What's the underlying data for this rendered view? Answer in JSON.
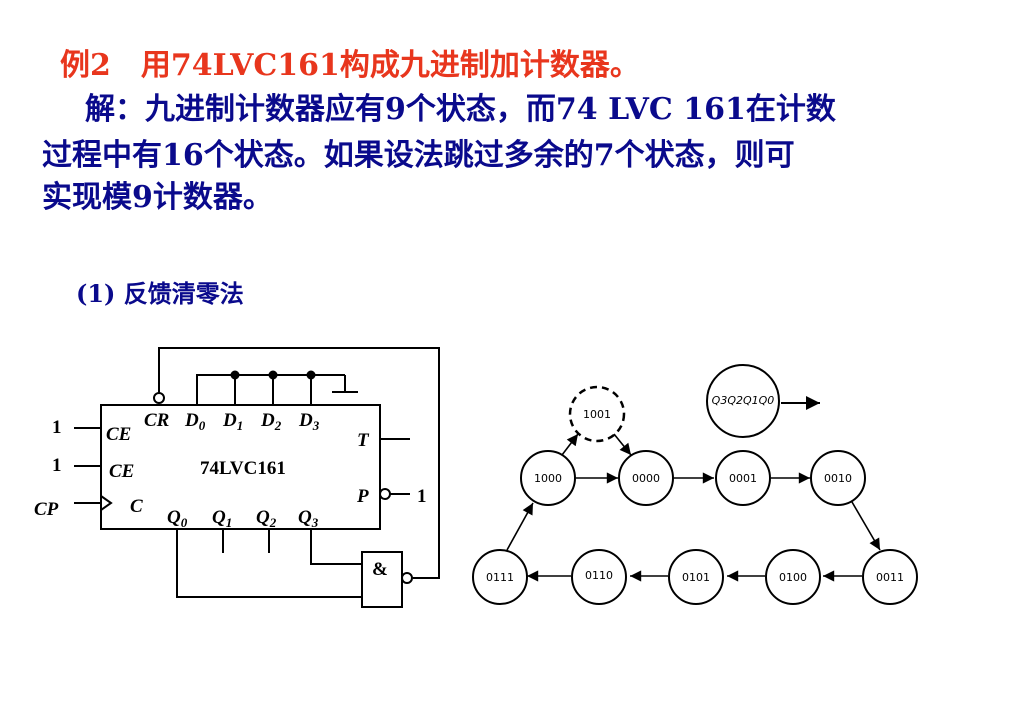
{
  "title": "例2　用74LVC161构成九进制加计数器。",
  "body": {
    "line1": "解：九进制计数器应有9个状态，而74 LVC 161在计数",
    "line2": "过程中有16个状态。如果设法跳过多余的7个状态，则可",
    "line3": "实现模9计数器。"
  },
  "subtitle": "(1) 反馈清零法",
  "circuit": {
    "chip_name": "74LVC161",
    "pins": {
      "cr": "CR",
      "d": "D",
      "t": "T",
      "p": "P",
      "ce": "CE",
      "c": "C",
      "cp": "CP",
      "q": "Q"
    },
    "subscripts": [
      "0",
      "1",
      "2",
      "3"
    ],
    "inputs": {
      "ce1": "1",
      "ce2": "1",
      "p": "1"
    },
    "gate_label": "&"
  },
  "state_diagram": {
    "legend": "Q3Q2Q1Q0",
    "states": [
      "0000",
      "0001",
      "0010",
      "0011",
      "0100",
      "0101",
      "0110",
      "0111",
      "1000"
    ],
    "skipped_state": "1001",
    "colors": {
      "title": "#e8361d",
      "text": "#0a0a8c"
    }
  }
}
